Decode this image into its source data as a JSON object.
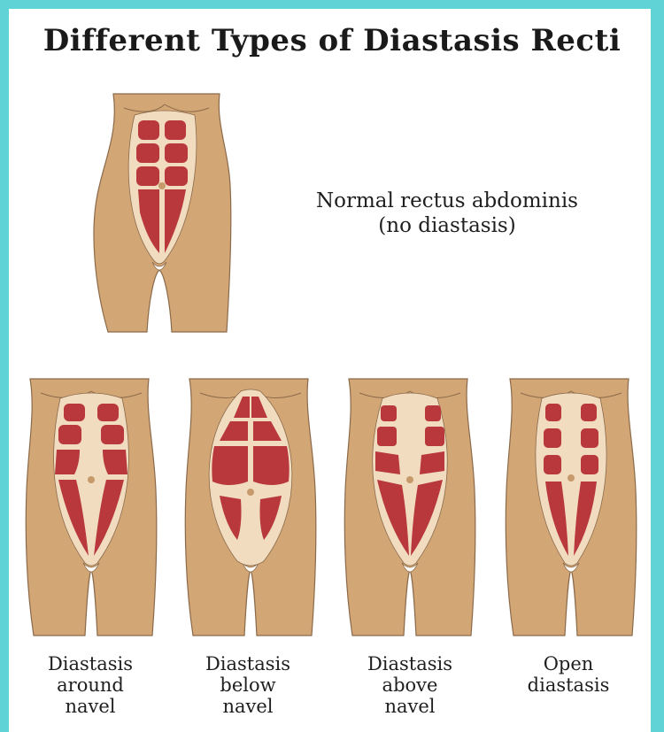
{
  "title": "Different Types of Diastasis Recti",
  "normal": {
    "caption_lines": [
      "Normal rectus abdominis",
      "(no diastasis)"
    ]
  },
  "types": [
    {
      "id": "around-navel",
      "caption_lines": [
        "Diastasis",
        "around",
        "navel"
      ]
    },
    {
      "id": "below-navel",
      "caption_lines": [
        "Diastasis",
        "below",
        "navel"
      ]
    },
    {
      "id": "above-navel",
      "caption_lines": [
        "Diastasis",
        "above",
        "navel"
      ]
    },
    {
      "id": "open",
      "caption_lines": [
        "Open",
        "diastasis"
      ]
    }
  ],
  "colors": {
    "border": "#5fd3d6",
    "skin": "#d3a676",
    "skin_outline": "#8a6a4a",
    "fascia": "#f1dcc0",
    "muscle": "#b8383c",
    "navel": "#c69a6a"
  }
}
